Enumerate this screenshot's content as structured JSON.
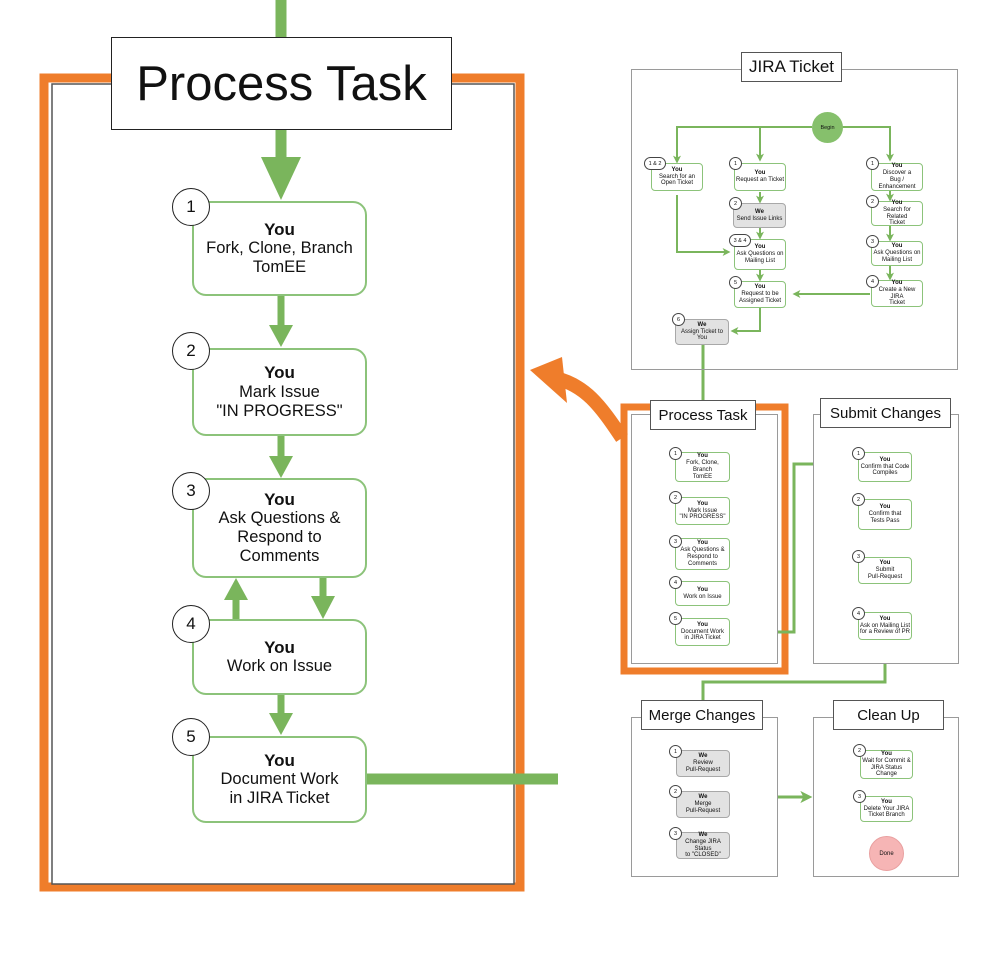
{
  "colors": {
    "arrow_green": "#7ab55c",
    "step_border_green": "#8cc37a",
    "highlight_orange": "#ef7d2b",
    "we_fill": "#e2e2e2",
    "begin_fill": "#86c06c",
    "done_fill": "#f6b5b5"
  },
  "zoomed": {
    "title": "Process Task",
    "steps": [
      {
        "num": "1",
        "who": "You",
        "text": [
          "Fork, Clone, Branch",
          "TomEE"
        ]
      },
      {
        "num": "2",
        "who": "You",
        "text": [
          "Mark Issue",
          "\"IN PROGRESS\""
        ]
      },
      {
        "num": "3",
        "who": "You",
        "text": [
          "Ask Questions &",
          "Respond to",
          "Comments"
        ]
      },
      {
        "num": "4",
        "who": "You",
        "text": [
          "Work on Issue"
        ]
      },
      {
        "num": "5",
        "who": "You",
        "text": [
          "Document Work",
          "in JIRA Ticket"
        ]
      }
    ]
  },
  "jira": {
    "title": "JIRA Ticket",
    "begin_label": "Begin",
    "left": [
      {
        "num": "1 & 2",
        "who": "You",
        "text": [
          "Search for an",
          "Open Ticket"
        ]
      }
    ],
    "middle": [
      {
        "num": "1",
        "who": "You",
        "text": [
          "Request an Ticket"
        ]
      },
      {
        "num": "2",
        "who": "We",
        "text": [
          "Send Issue Links"
        ]
      },
      {
        "num": "3 & 4",
        "who": "You",
        "text": [
          "Ask Questions on",
          "Mailing List"
        ]
      },
      {
        "num": "5",
        "who": "You",
        "text": [
          "Request to be",
          "Assigned Ticket"
        ]
      }
    ],
    "right": [
      {
        "num": "1",
        "who": "You",
        "text": [
          "Discover a",
          "Bug / Enhancement"
        ]
      },
      {
        "num": "2",
        "who": "You",
        "text": [
          "Search for Related",
          "Ticket"
        ]
      },
      {
        "num": "3",
        "who": "You",
        "text": [
          "Ask Questions on",
          "Mailing List"
        ]
      },
      {
        "num": "4",
        "who": "You",
        "text": [
          "Create a New JIRA",
          "Ticket"
        ]
      }
    ],
    "assign": {
      "num": "6",
      "who": "We",
      "text": [
        "Assign Ticket to",
        "You"
      ]
    }
  },
  "process_small": {
    "title": "Process Task",
    "steps": [
      {
        "num": "1",
        "who": "You",
        "text": [
          "Fork, Clone, Branch",
          "TomEE"
        ]
      },
      {
        "num": "2",
        "who": "You",
        "text": [
          "Mark Issue",
          "\"IN PROGRESS\""
        ]
      },
      {
        "num": "3",
        "who": "You",
        "text": [
          "Ask Questions &",
          "Respond to",
          "Comments"
        ]
      },
      {
        "num": "4",
        "who": "You",
        "text": [
          "Work on Issue"
        ]
      },
      {
        "num": "5",
        "who": "You",
        "text": [
          "Document Work",
          "in JIRA Ticket"
        ]
      }
    ]
  },
  "submit": {
    "title": "Submit Changes",
    "steps": [
      {
        "num": "1",
        "who": "You",
        "text": [
          "Confirm that Code",
          "Compiles"
        ]
      },
      {
        "num": "2",
        "who": "You",
        "text": [
          "Confirm that",
          "Tests Pass"
        ]
      },
      {
        "num": "3",
        "who": "You",
        "text": [
          "Submit",
          "Pull-Request"
        ]
      },
      {
        "num": "4",
        "who": "You",
        "text": [
          "Ask on Mailing List",
          "for a Review of PR"
        ]
      }
    ]
  },
  "merge": {
    "title": "Merge Changes",
    "steps": [
      {
        "num": "1",
        "who": "We",
        "text": [
          "Review",
          "Pull-Request"
        ]
      },
      {
        "num": "2",
        "who": "We",
        "text": [
          "Merge",
          "Pull-Request"
        ]
      },
      {
        "num": "3",
        "who": "We",
        "text": [
          "Change JIRA Status",
          "to \"CLOSED\""
        ]
      }
    ]
  },
  "cleanup": {
    "title": "Clean Up",
    "steps": [
      {
        "num": "2",
        "who": "You",
        "text": [
          "Wait for Commit &",
          "JIRA Status Change"
        ]
      },
      {
        "num": "3",
        "who": "You",
        "text": [
          "Delete Your JIRA",
          "Ticket Branch"
        ]
      }
    ],
    "done_label": "Done"
  }
}
